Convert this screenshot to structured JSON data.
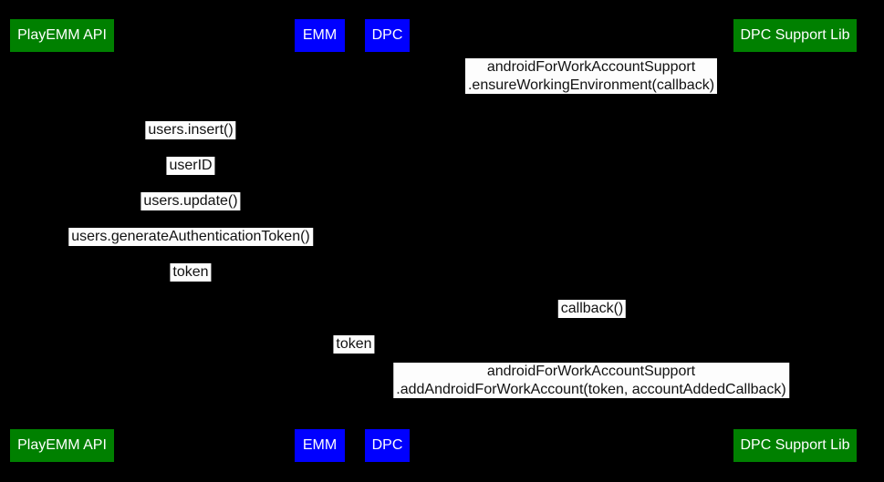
{
  "diagram_type": "sequence-diagram",
  "colors": {
    "background": "#000000",
    "actor_green": "#008000",
    "actor_blue": "#0000ff",
    "actor_text": "#ffffff",
    "label_background": "#fdfdfd",
    "label_text": "#121212"
  },
  "participants": [
    {
      "label": "PlayEMM API",
      "color": "#008000"
    },
    {
      "label": "EMM",
      "color": "#0000ff"
    },
    {
      "label": "DPC",
      "color": "#0000ff"
    },
    {
      "label": "DPC Support Lib",
      "color": "#008000"
    }
  ],
  "messages": [
    {
      "lines": [
        "androidForWorkAccountSupport",
        ".ensureWorkingEnvironment(callback)"
      ]
    },
    {
      "lines": [
        "users.insert()"
      ]
    },
    {
      "lines": [
        "userID"
      ]
    },
    {
      "lines": [
        "users.update()"
      ]
    },
    {
      "lines": [
        "users.generateAuthenticationToken()"
      ]
    },
    {
      "lines": [
        "token"
      ]
    },
    {
      "lines": [
        "callback()"
      ]
    },
    {
      "lines": [
        "token"
      ]
    },
    {
      "lines": [
        "androidForWorkAccountSupport",
        ".addAndroidForWorkAccount(token, accountAddedCallback)"
      ]
    }
  ]
}
